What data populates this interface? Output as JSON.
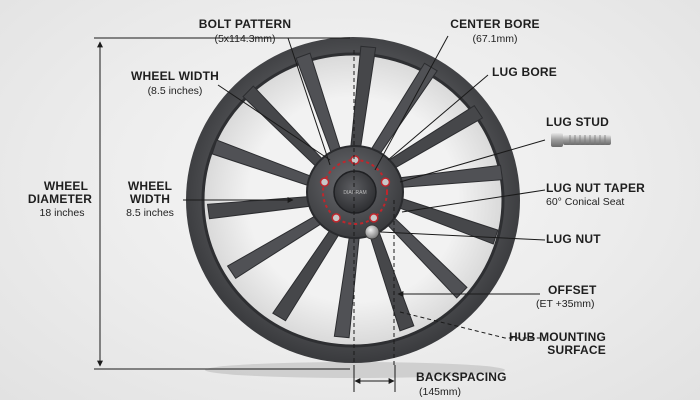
{
  "labels": {
    "bolt_pattern": {
      "title": "BOLT PATTERN",
      "detail": "(5x114.3mm)"
    },
    "center_bore": {
      "title": "CENTER BORE",
      "detail": "(67.1mm)"
    },
    "wheel_width_top": {
      "title": "WHEEL WIDTH",
      "detail": "(8.5 inches)"
    },
    "lug_bore": {
      "title": "LUG BORE"
    },
    "lug_stud": {
      "title": "LUG STUD"
    },
    "wheel_diameter": {
      "title_line1": "WHEEL",
      "title_line2": "DIAMETER",
      "detail": "18 inches"
    },
    "wheel_width_mid": {
      "title_line1": "WHEEL",
      "title_line2": "WIDTH",
      "detail": "8.5 inches"
    },
    "lug_nut_taper": {
      "title": "LUG NUT TAPER",
      "detail": "60° Conical Seat"
    },
    "lug_nut": {
      "title": "LUG NUT"
    },
    "offset": {
      "title": "OFFSET",
      "detail": "(ET +35mm)"
    },
    "hub_mounting_surface": {
      "title_line1": "HUB MOUNTING",
      "title_line2": "SURFACE"
    },
    "backspacing": {
      "title": "BACKSPACING",
      "detail": "(145mm)"
    }
  },
  "center_cap_text": "DIAGRAM",
  "colors": {
    "wheel": "#4a4b4e",
    "wheel_dark": "#2c2d30",
    "bolt_circle": "#c0262c",
    "text": "#1e1e1e",
    "leader": "#1a1a1a"
  },
  "wheel": {
    "spoke_count": 14,
    "lug_count": 5
  }
}
